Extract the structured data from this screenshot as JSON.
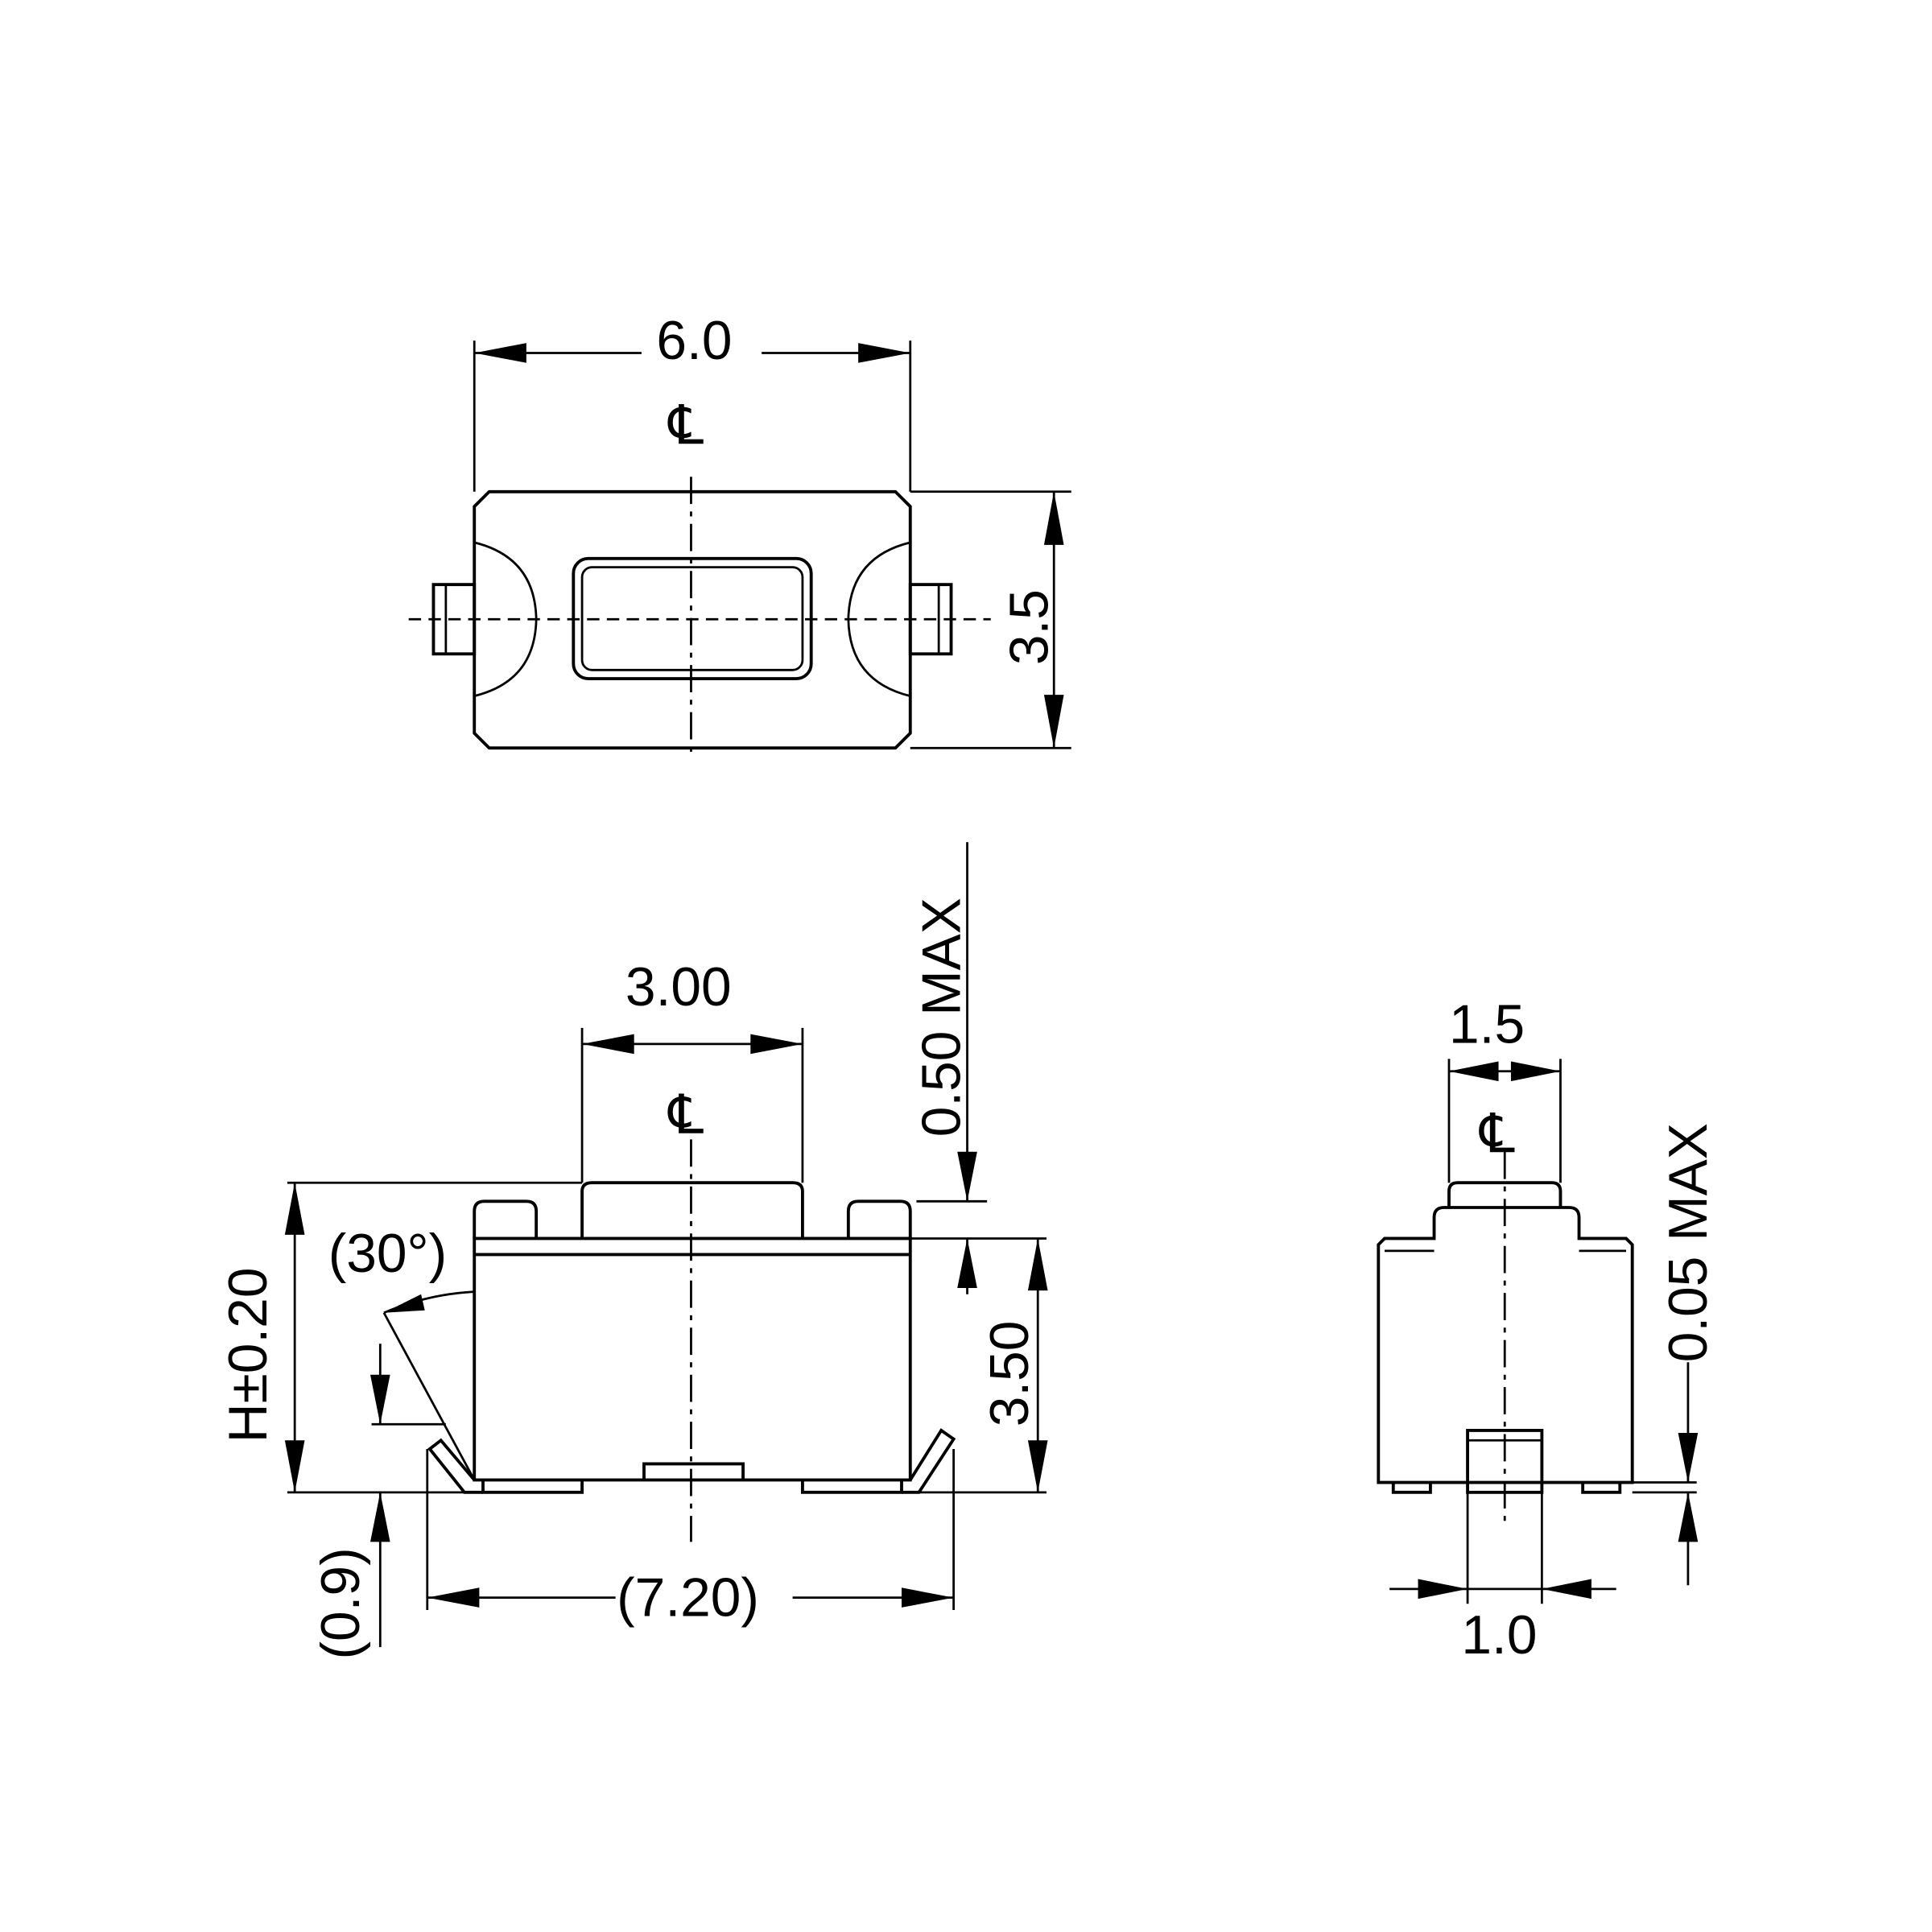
{
  "drawing": {
    "top_view": {
      "width_dim": "6.0",
      "height_dim": "3.5",
      "centerline_symbol": "℄"
    },
    "front_view": {
      "actuator_width_dim": "3.00",
      "actuator_travel_dim": "0.50 MAX",
      "body_height_dim": "3.50",
      "overall_height_dim": "H±0.20",
      "lead_angle": "(30°)",
      "lead_height_dim": "(0.9)",
      "overall_length_dim": "(7.20)",
      "centerline_symbol": "℄"
    },
    "side_view": {
      "actuator_width_dim": "1.5",
      "pin_width_dim": "1.0",
      "flatness_dim": "0.05 MAX",
      "centerline_symbol": "℄"
    }
  }
}
